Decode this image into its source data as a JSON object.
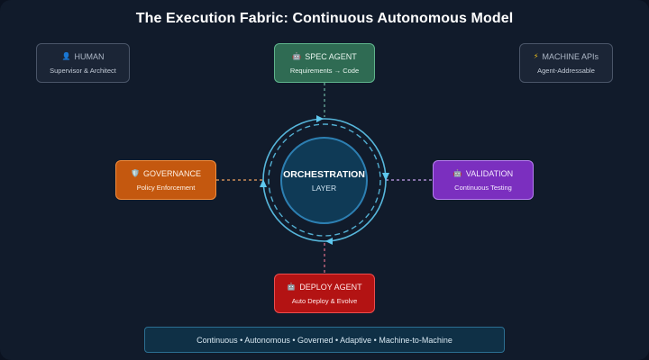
{
  "title": "The Execution Fabric: Continuous Autonomous Model",
  "nodes": {
    "human": {
      "icon": "👤",
      "label": "HUMAN",
      "sub": "Supervisor & Architect",
      "icon_name": "person-icon"
    },
    "machine": {
      "icon": "⚡",
      "label": "MACHINE APIs",
      "sub": "Agent-Addressable",
      "icon_name": "lightning-icon"
    },
    "spec": {
      "icon": "🤖",
      "label": "SPEC AGENT",
      "sub": "Requirements → Code",
      "icon_name": "robot-icon",
      "color": "#2f6b53"
    },
    "governance": {
      "icon": "🛡️",
      "label": "GOVERNANCE",
      "sub": "Policy Enforcement",
      "icon_name": "shield-icon",
      "color": "#c4580f"
    },
    "validation": {
      "icon": "🤖",
      "label": "VALIDATION",
      "sub": "Continuous Testing",
      "icon_name": "robot-icon",
      "color": "#7b2fbf"
    },
    "deploy": {
      "icon": "🤖",
      "label": "DEPLOY AGENT",
      "sub": "Auto Deploy & Evolve",
      "icon_name": "robot-icon",
      "color": "#b31313"
    }
  },
  "core": {
    "line1": "ORCHESTRATION",
    "line2": "LAYER"
  },
  "footer": "Continuous • Autonomous • Governed • Adaptive • Machine-to-Machine",
  "colors": {
    "ring": "#5ec8ee",
    "link_spec": "#6fb7a3",
    "link_gov": "#f0a260",
    "link_val": "#c9a4ef",
    "link_deploy": "#e0708a"
  }
}
